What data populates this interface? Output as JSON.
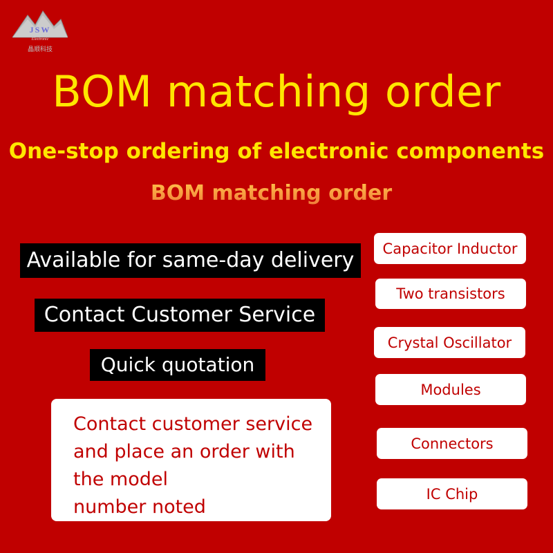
{
  "brand": {
    "logo_text": "JSW",
    "logo_sub": "Electronic",
    "logo_cn": "晶顺科技"
  },
  "headline": "BOM matching order",
  "subheadline": "One-stop ordering of electronic components",
  "subheadline2": "BOM matching order",
  "banners": [
    "Available for same-day delivery",
    "Contact Customer Service",
    "Quick quotation"
  ],
  "note_lines": [
    "Contact customer service",
    "and place an order with",
    "the model",
    "number noted"
  ],
  "categories": [
    "Capacitor Inductor",
    "Two transistors",
    "Crystal Oscillator",
    "Modules",
    "Connectors",
    "IC Chip"
  ],
  "colors": {
    "background": "#c00000",
    "headline": "#ffe600",
    "tag_text": "#c00000",
    "banner_bg": "#000000"
  }
}
